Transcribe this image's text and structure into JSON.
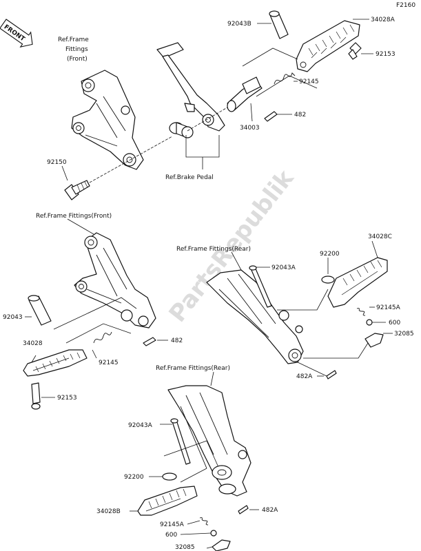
{
  "figure_code": "F2160",
  "front_badge": "FRONT",
  "watermark": "PartsRepublik",
  "labels": {
    "ref_frame_fittings_front_top": [
      "Ref.Frame",
      "Fittings",
      "(Front)"
    ],
    "ref_brake_pedal": "Ref.Brake Pedal",
    "ref_frame_fittings_front_mid": "Ref.Frame Fittings(Front)",
    "ref_frame_fittings_rear_mid": "Ref.Frame Fittings(Rear)",
    "ref_frame_fittings_rear_bottom": "Ref.Frame Fittings(Rear)"
  },
  "part_numbers": {
    "p92043b": "92043B",
    "p34028a": "34028A",
    "p92153_top": "92153",
    "p92145_top": "92145",
    "p482_top": "482",
    "p34003": "34003",
    "p92150": "92150",
    "p92043": "92043",
    "p34028": "34028",
    "p92145_mid": "92145",
    "p482_mid": "482",
    "p92153_mid": "92153",
    "p92200_mid": "92200",
    "p34028c": "34028C",
    "p92043a_mid": "92043A",
    "p92145a_mid": "92145A",
    "p600_mid": "600",
    "p32085_mid": "32085",
    "p482a_mid": "482A",
    "p92043a_bot": "92043A",
    "p92200_bot": "92200",
    "p34028b": "34028B",
    "p482a_bot": "482A",
    "p92145a_bot": "92145A",
    "p600_bot": "600",
    "p32085_bot": "32085"
  }
}
